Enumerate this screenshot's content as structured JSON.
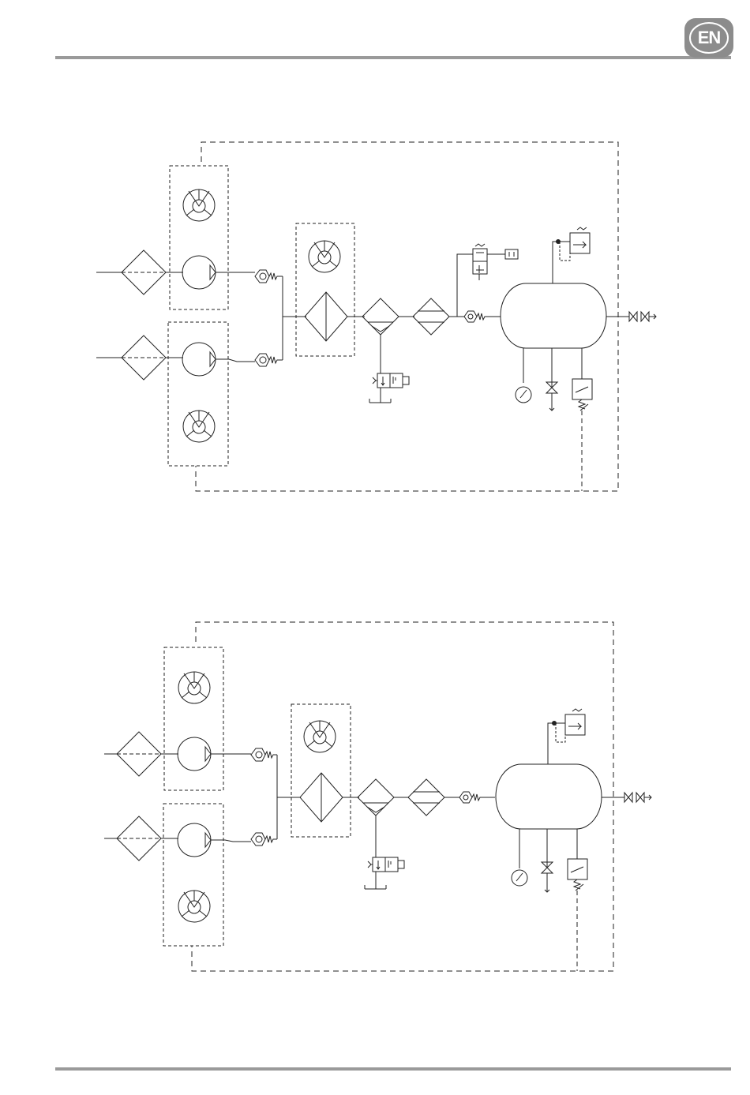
{
  "header": {
    "language_badge": "EN",
    "badge_color": "#8c8c8c",
    "rule_color": "#9a9a9a"
  },
  "diagrams": [
    {
      "id": "pneumatic-schematic-with-drain-valve",
      "variant": "with-solenoid-drain",
      "components": [
        "intake-filter",
        "intake-filter",
        "motor-fan",
        "motor-fan",
        "compressor-pump",
        "compressor-pump",
        "check-valve",
        "check-valve",
        "cooler-fan",
        "aftercooler",
        "water-separator",
        "condensate-drain-valve",
        "dryer-filter",
        "solenoid-valve",
        "check-valve",
        "air-receiver-tank",
        "pressure-regulator",
        "pressure-gauge",
        "drain-cock",
        "pressure-switch",
        "outlet-valve"
      ]
    },
    {
      "id": "pneumatic-schematic-without-drain-valve",
      "variant": "without-solenoid-drain",
      "components": [
        "intake-filter",
        "intake-filter",
        "motor-fan",
        "motor-fan",
        "compressor-pump",
        "compressor-pump",
        "check-valve",
        "check-valve",
        "cooler-fan",
        "aftercooler",
        "water-separator",
        "condensate-drain-valve",
        "dryer-filter",
        "check-valve",
        "air-receiver-tank",
        "pressure-regulator",
        "pressure-gauge",
        "drain-cock",
        "pressure-switch",
        "outlet-valve"
      ]
    }
  ]
}
